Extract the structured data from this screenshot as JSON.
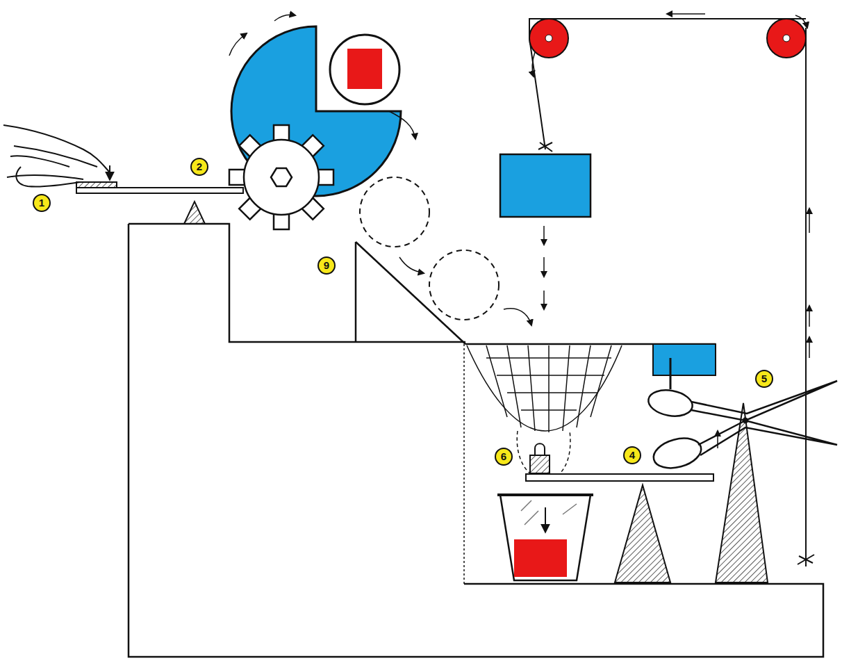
{
  "diagram": {
    "labels": [
      "2",
      "1",
      "9",
      "5",
      "4",
      "6"
    ]
  }
}
